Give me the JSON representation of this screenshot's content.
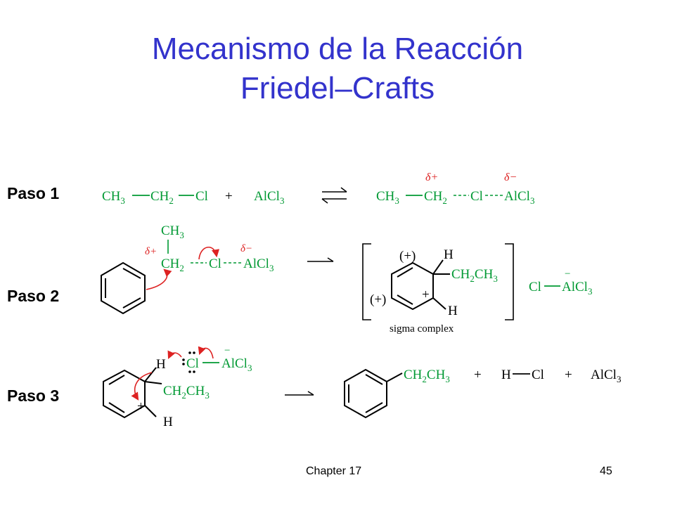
{
  "slide": {
    "title_line1": "Mecanismo de la Reacción",
    "title_line2": "Friedel–Crafts",
    "footer_left": "Chapter 17",
    "footer_right": "45"
  },
  "steps": {
    "step1_label": "Paso 1",
    "step2_label": "Paso 2",
    "step3_label": "Paso 3"
  },
  "scheme": {
    "plus": "+",
    "delta_plus": "δ+",
    "delta_minus": "δ−",
    "s1": {
      "r_ch3": "CH",
      "r_ch3_sub": "3",
      "r_ch2": "CH",
      "r_ch2_sub": "2",
      "r_cl": "Cl",
      "r_alcl3": "AlCl",
      "r_alcl3_sub": "3",
      "p_ch3": "CH",
      "p_ch3_sub": "3",
      "p_ch2": "CH",
      "p_ch2_sub": "2",
      "p_cl": "Cl",
      "p_alcl3": "AlCl",
      "p_alcl3_sub": "3"
    },
    "s2": {
      "ch3": "CH",
      "ch3_sub": "3",
      "ch2": "CH",
      "ch2_sub": "2",
      "cl": "Cl",
      "alcl3": "AlCl",
      "alcl3_sub": "3",
      "plus_paren_top": "(+)",
      "plus_paren_left": "(+)",
      "plus_ring": "+",
      "h_top": "H",
      "h_bottom": "H",
      "ch2ch3_a": "CH",
      "ch2ch3_sub2": "2",
      "ch2ch3_b": "CH",
      "ch2ch3_sub3": "3",
      "sigma_label": "sigma complex",
      "cl_product": "Cl",
      "alcl3_product": "AlCl",
      "alcl3_product_sub": "3",
      "minus_mark": "−"
    },
    "s3": {
      "h": "H",
      "cl": "Cl",
      "alcl3": "AlCl",
      "alcl3_sub": "3",
      "minus_mark": "−",
      "ch2ch3_a": "CH",
      "ch2ch3_sub2": "2",
      "ch2ch3_b": "CH",
      "ch2ch3_sub3": "3",
      "plus_ring": "+",
      "h_bottom": "H",
      "prod_ch2ch3_a": "CH",
      "prod_ch2ch3_sub2": "2",
      "prod_ch2ch3_b": "CH",
      "prod_ch2ch3_sub3": "3",
      "prod_h": "H",
      "prod_cl": "Cl",
      "prod_alcl3": "AlCl",
      "prod_alcl3_sub": "3"
    }
  },
  "colors": {
    "title": "#3333cc",
    "reagent_green": "#009933",
    "arrow_red": "#dd2222",
    "black": "#000000"
  }
}
